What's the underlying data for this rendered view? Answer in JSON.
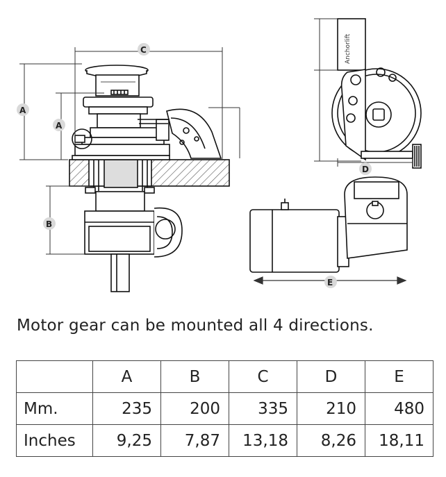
{
  "diagram": {
    "labels": {
      "a_outer": "A",
      "a_inner": "A",
      "b": "B",
      "c": "C",
      "d": "D",
      "e": "E"
    },
    "brand": "Anchorlift"
  },
  "caption": "Motor gear can be mounted all 4 directions.",
  "table": {
    "headers": [
      "",
      "A",
      "B",
      "C",
      "D",
      "E"
    ],
    "rows": [
      {
        "label": "Mm.",
        "values": [
          "235",
          "200",
          "335",
          "210",
          "480"
        ]
      },
      {
        "label": "Inches",
        "values": [
          "9,25",
          "7,87",
          "13,18",
          "8,26",
          "18,11"
        ]
      }
    ]
  }
}
